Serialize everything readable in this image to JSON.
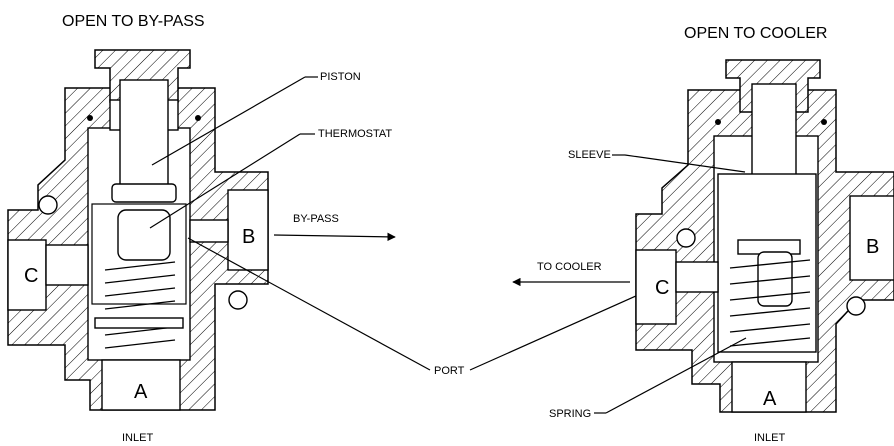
{
  "left_view": {
    "title": "OPEN TO BY-PASS",
    "ports": {
      "a": "A",
      "b": "B",
      "c": "C"
    },
    "inlet": "INLET",
    "flow_label": "BY-PASS"
  },
  "right_view": {
    "title": "OPEN TO COOLER",
    "ports": {
      "a": "A",
      "b": "B",
      "c": "C"
    },
    "inlet": "INLET",
    "flow_label": "TO COOLER"
  },
  "callouts": {
    "piston": "PISTON",
    "thermostat": "THERMOSTAT",
    "sleeve": "SLEEVE",
    "port": "PORT",
    "spring": "SPRING"
  }
}
